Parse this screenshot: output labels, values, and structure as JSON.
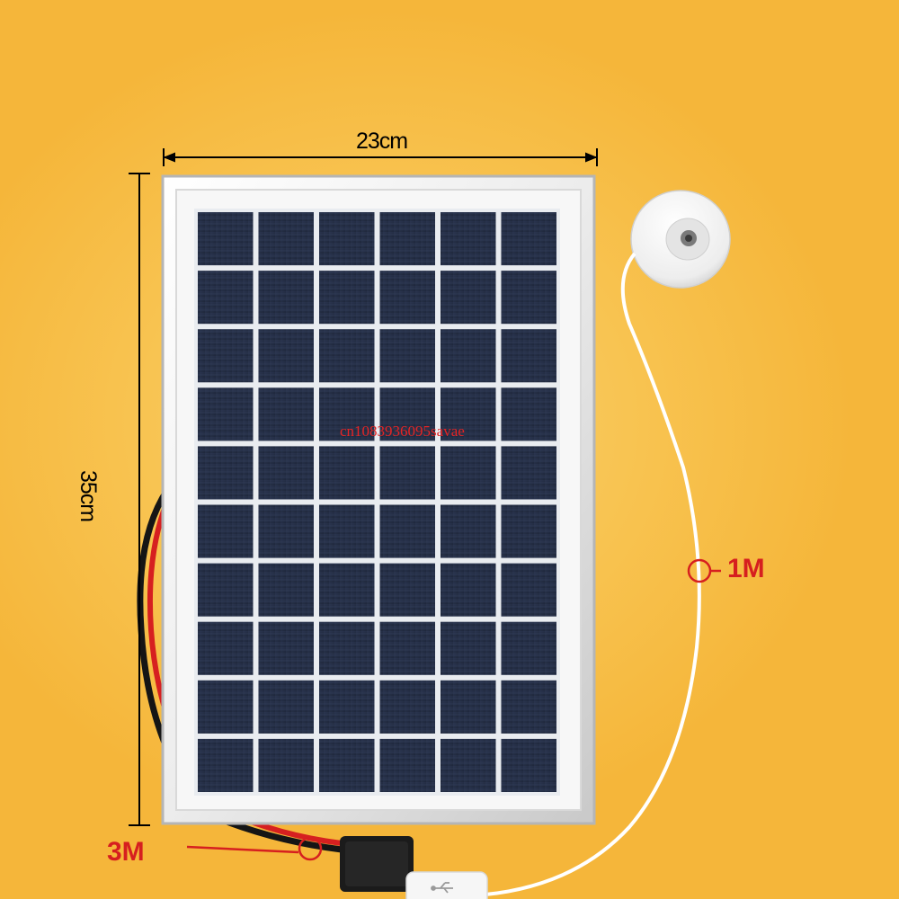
{
  "dimensions": {
    "width": "23cm",
    "height": "35cm"
  },
  "cables": {
    "usb_cable_length": "1M",
    "panel_cable_length": "3M"
  },
  "watermark": "cn1083936095savae",
  "colors": {
    "background": "#f8c350",
    "panel_frame": "#f2f2f2",
    "cell": "#263048",
    "cable_red": "#d62020",
    "cable_black": "#151515",
    "label_red": "#d61f1f"
  },
  "panel": {
    "cell_columns": 6,
    "cell_rows": 10
  },
  "icons": {
    "usb": "usb-icon"
  }
}
